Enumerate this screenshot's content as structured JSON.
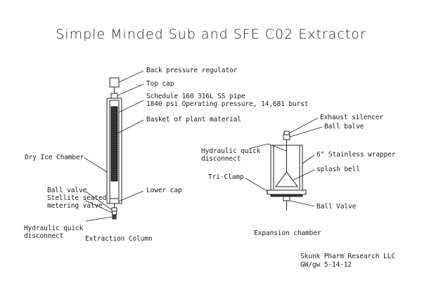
{
  "title": "Simple Minded Sub and SFE C02 Extractor",
  "labels": {
    "back_pressure_regulator": "Back pressure regulator",
    "top_cap": "Top cap",
    "pipe_spec_line1": "Schedule 160 316L SS pipe",
    "pipe_spec_line2": "1840 psi Operating pressure, 14,681 burst",
    "basket": "Basket of plant material",
    "dry_ice_chamber": "Dry Ice Chamber",
    "lower_cap": "Lower cap",
    "ball_valve_left": "Ball valve",
    "stellite_line1": "Stellite seated",
    "stellite_line2": "metering valve",
    "hq_left_line1": "Hydraulic quick",
    "hq_left_line2": "disconnect",
    "extraction_column": "Extraction Column",
    "exhaust_silencer": "Exhaust silencer",
    "ball_balve": "Ball balve",
    "hq_right_line1": "Hydraulic quick",
    "hq_right_line2": "disconnect",
    "stainless_wrapper": "6\" Stainless wrapper",
    "splash_bell": "splash bell",
    "tri_clamp": "Tri-Clamp",
    "ball_valve_right": "Ball Valve",
    "expansion_chamber": "Expansion chamber"
  },
  "credit": {
    "line1": "Skunk Pharm Research LLC",
    "line2": "GW/gw 5-14-12"
  }
}
